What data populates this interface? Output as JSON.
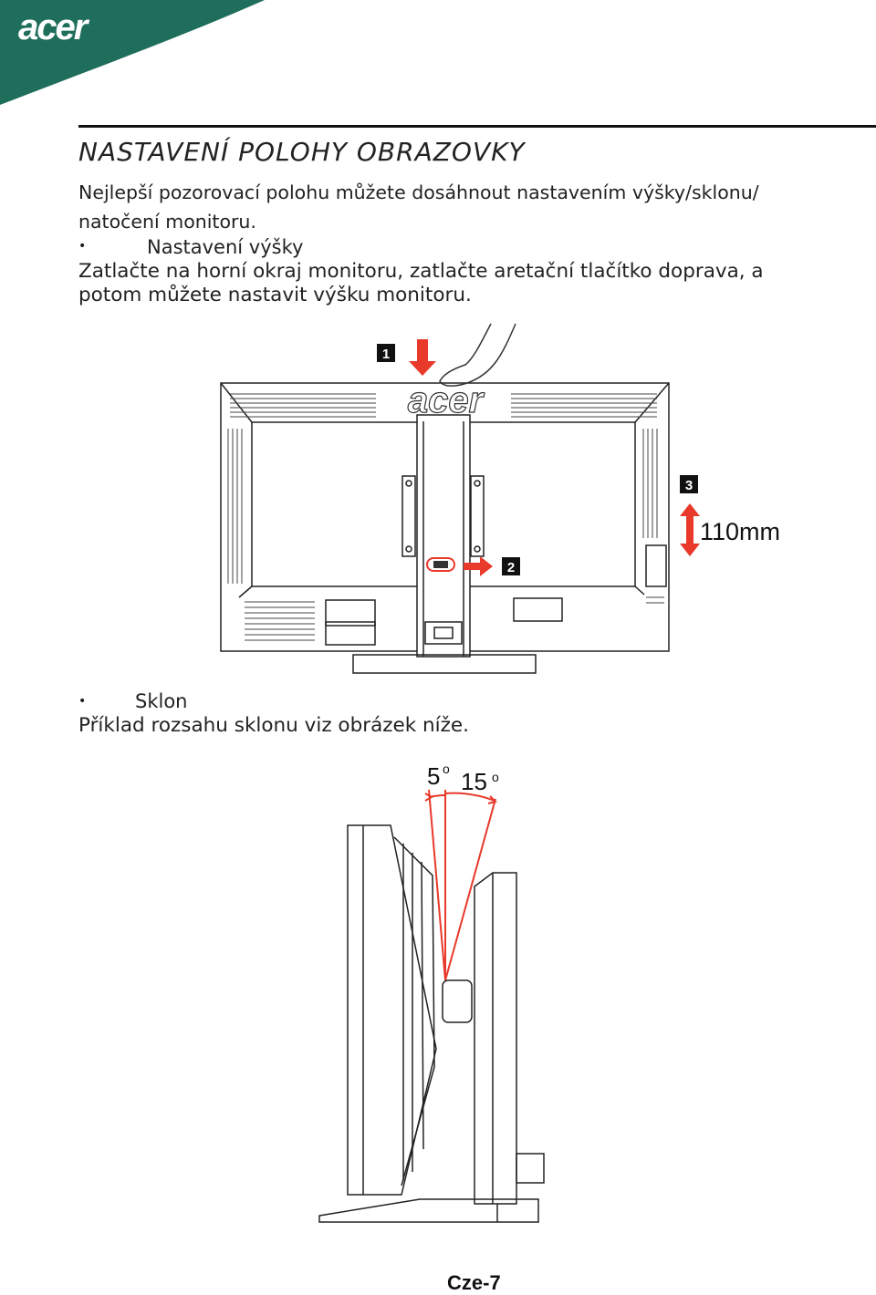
{
  "header": {
    "brand": "acer",
    "colors": {
      "band": "#1f6e5c",
      "accent_red": "#e8392b"
    }
  },
  "section": {
    "title": "NASTAVENÍ POLOHY OBRAZOVKY",
    "intro_line1": "Nejlepší pozorovací polohu můžete dosáhnout nastavením výšky/sklonu/",
    "intro_line2": "natočení monitoru."
  },
  "height_adjust": {
    "bullet": "•",
    "label": "Nastavení výšky",
    "text_line1": "Zatlačte na horní okraj monitoru, zatlačte aretační tlačítko doprava, a",
    "text_line2": "potom můžete nastavit výšku monitoru.",
    "figure": {
      "monitor_logo": "acer",
      "step1": "1",
      "step2": "2",
      "step3": "3",
      "travel": "110mm"
    }
  },
  "tilt_adjust": {
    "bullet": "•",
    "label": "Sklon",
    "text": "Příklad rozsahu sklonu viz obrázek níže.",
    "figure": {
      "forward_angle": "5",
      "backward_angle": "15",
      "degree_mark": "o"
    }
  },
  "footer": {
    "page": "Cze-7"
  }
}
